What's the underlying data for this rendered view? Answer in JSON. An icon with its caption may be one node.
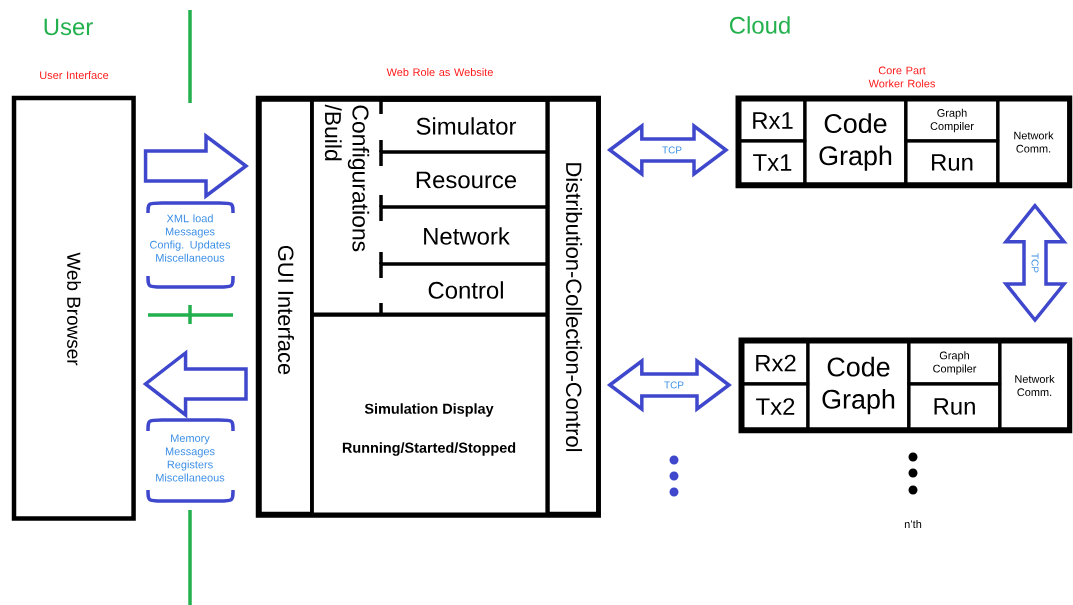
{
  "diagram": {
    "nodes": [
      {
        "text": [
          "User Interface",
          "Web Browser"
        ]
      },
      {
        "text": [
          "Web Role as Website"
        ]
      },
      {
        "text": [
          "GUI Interface"
        ],
        "in": 1
      },
      {
        "text": [
          "Configurations /Build"
        ],
        "in": 1
      },
      {
        "text": [
          "Simulator"
        ],
        "in": 3
      },
      {
        "text": [
          "Resource"
        ],
        "in": 3
      },
      {
        "text": [
          "Network"
        ],
        "in": 3
      },
      {
        "text": [
          "Control"
        ],
        "in": 3
      },
      {
        "text": [
          "Simulation Display",
          "Running/Started/Stopped"
        ],
        "in": 1
      },
      {
        "text": [
          "Distribution-Collection-Control"
        ],
        "in": 1
      },
      {
        "text": [
          "Core Part Worker Roles"
        ]
      },
      {
        "text": [
          "Rx1"
        ],
        "in": 10
      },
      {
        "text": [
          "Tx1"
        ],
        "in": 10
      },
      {
        "text": [
          "Code Graph"
        ],
        "in": 10
      },
      {
        "text": [
          "Graph Compiler"
        ],
        "in": 10
      },
      {
        "text": [
          "Run"
        ],
        "in": 10
      },
      {
        "text": [
          "Network Comm."
        ],
        "in": 10
      },
      {
        "text": [],
        "shape": "box"
      },
      {
        "text": [
          "Rx2"
        ],
        "in": 17
      },
      {
        "text": [
          "Tx2"
        ],
        "in": 17
      },
      {
        "text": [
          "Code Graph"
        ],
        "in": 17
      },
      {
        "text": [
          "Graph Compiler"
        ],
        "in": 17
      },
      {
        "text": [
          "Run"
        ],
        "in": 17
      },
      {
        "text": [
          "Network Comm."
        ],
        "in": 17
      }
    ],
    "edges": [
      {
        "from": 0,
        "to": 1,
        "arrow": "to",
        "label": "XML load Messages Config. Updates Miscellaneous"
      },
      {
        "from": 1,
        "to": 0,
        "arrow": "to",
        "label": "Memory Messages Registers Miscellaneous"
      },
      {
        "from": 9,
        "to": 10,
        "arrow": "both",
        "label": "TCP"
      },
      {
        "from": 10,
        "to": 17,
        "arrow": "both",
        "label": "TCP"
      },
      {
        "from": 9,
        "to": 17,
        "arrow": "both",
        "label": "TCP"
      }
    ],
    "labels": [
      "User",
      "Cloud",
      "n’th"
    ]
  }
}
